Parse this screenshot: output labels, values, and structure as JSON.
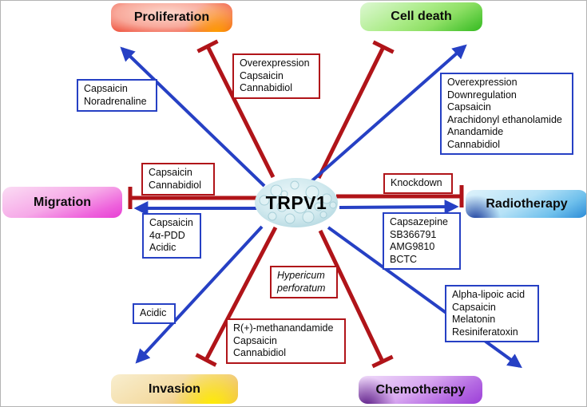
{
  "center_label": "TRPV1",
  "colors": {
    "inhibition_red": "#b01419",
    "activation_blue": "#2640c4"
  },
  "nodes": {
    "proliferation": {
      "label": "Proliferation"
    },
    "cell_death": {
      "label": "Cell death"
    },
    "migration": {
      "label": "Migration"
    },
    "radiotherapy": {
      "label": "Radiotherapy"
    },
    "invasion": {
      "label": "Invasion"
    },
    "chemotherapy": {
      "label": "Chemotherapy"
    }
  },
  "boxes": {
    "proliferation_red": {
      "style": "red",
      "lines": [
        "Overexpression",
        "Capsaicin",
        "Cannabidiol"
      ]
    },
    "proliferation_blue": {
      "style": "blue",
      "lines": [
        "Capsaicin",
        "Noradrenaline"
      ]
    },
    "cell_death_blue": {
      "style": "blue",
      "lines": [
        "Overexpression",
        "Downregulation",
        "Capsaicin",
        "Arachidonyl ethanolamide",
        "Anandamide",
        "Cannabidiol"
      ]
    },
    "migration_red": {
      "style": "red",
      "lines": [
        "Capsaicin",
        "Cannabidiol"
      ]
    },
    "migration_blue": {
      "style": "blue",
      "lines": [
        "Capsaicin",
        "4α-PDD",
        "Acidic"
      ]
    },
    "radiotherapy_red": {
      "style": "red",
      "lines": [
        "Knockdown"
      ]
    },
    "radiotherapy_blue": {
      "style": "blue",
      "lines": [
        "Capsazepine",
        "SB366791",
        "AMG9810",
        "BCTC"
      ]
    },
    "invasion_blue": {
      "style": "blue",
      "lines": [
        "Acidic"
      ]
    },
    "invasion_red": {
      "style": "red",
      "lines": [
        "R(+)-methanandamide",
        "Capsaicin",
        "Cannabidiol"
      ]
    },
    "chemotherapy_red": {
      "style": "red",
      "italic": true,
      "lines": [
        "Hypericum",
        "perforatum"
      ]
    },
    "chemotherapy_blue": {
      "style": "blue",
      "lines": [
        "Alpha-lipoic acid",
        "Capsaicin",
        "Melatonin",
        "Resiniferatoxin"
      ]
    }
  },
  "edges": [
    {
      "from": "TRPV1",
      "to": "Proliferation",
      "type": "inhibition"
    },
    {
      "from": "TRPV1",
      "to": "Proliferation",
      "type": "activation"
    },
    {
      "from": "TRPV1",
      "to": "Cell death",
      "type": "inhibition"
    },
    {
      "from": "TRPV1",
      "to": "Cell death",
      "type": "activation"
    },
    {
      "from": "TRPV1",
      "to": "Migration",
      "type": "inhibition"
    },
    {
      "from": "TRPV1",
      "to": "Migration",
      "type": "activation"
    },
    {
      "from": "TRPV1",
      "to": "Radiotherapy",
      "type": "inhibition"
    },
    {
      "from": "TRPV1",
      "to": "Radiotherapy",
      "type": "activation"
    },
    {
      "from": "TRPV1",
      "to": "Invasion",
      "type": "inhibition"
    },
    {
      "from": "TRPV1",
      "to": "Invasion",
      "type": "activation"
    },
    {
      "from": "TRPV1",
      "to": "Chemotherapy",
      "type": "inhibition"
    },
    {
      "from": "TRPV1",
      "to": "Chemotherapy",
      "type": "activation"
    }
  ]
}
